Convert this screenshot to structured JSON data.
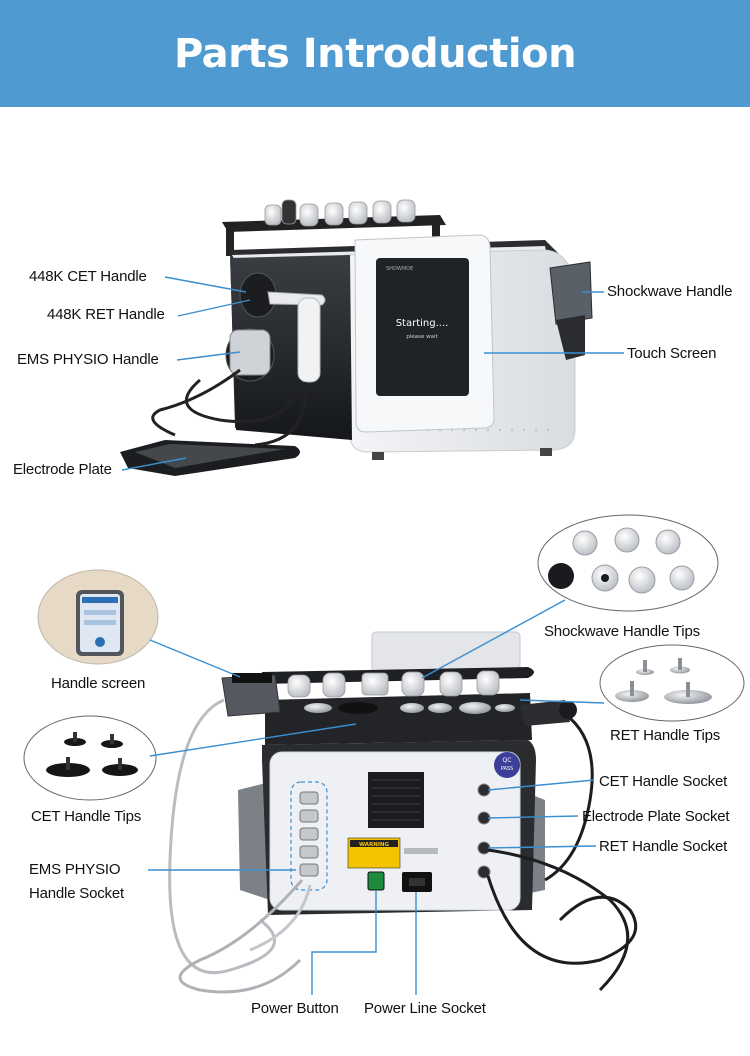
{
  "banner": {
    "title": "Parts Introduction"
  },
  "colors": {
    "banner": "#4f9bd1",
    "leader_line": "#3a8fd0",
    "text": "#111111"
  },
  "top_section": {
    "screen_text": "Starting....",
    "screen_subtext": "please wait",
    "screen_brand": "SHOWMOE",
    "labels": {
      "cet_handle": "448K CET Handle",
      "ret_handle": "448K RET Handle",
      "ems_handle": "EMS PHYSIO Handle",
      "electrode_plate": "Electrode Plate",
      "shockwave_handle": "Shockwave Handle",
      "touch_screen": "Touch Screen"
    }
  },
  "bottom_section": {
    "badge_line1": "QC",
    "badge_line2": "PASS",
    "warning_label": "WARNING",
    "labels": {
      "handle_screen": "Handle screen",
      "cet_tips": "CET Handle Tips",
      "ems_socket_line1": "EMS PHYSIO",
      "ems_socket_line2": "Handle Socket",
      "shockwave_tips": "Shockwave Handle Tips",
      "ret_tips": "RET Handle Tips",
      "cet_socket": "CET Handle Socket",
      "electrode_socket": "Electrode Plate Socket",
      "ret_socket": "RET Handle Socket",
      "power_button": "Power Button",
      "power_line_socket": "Power Line Socket"
    }
  }
}
